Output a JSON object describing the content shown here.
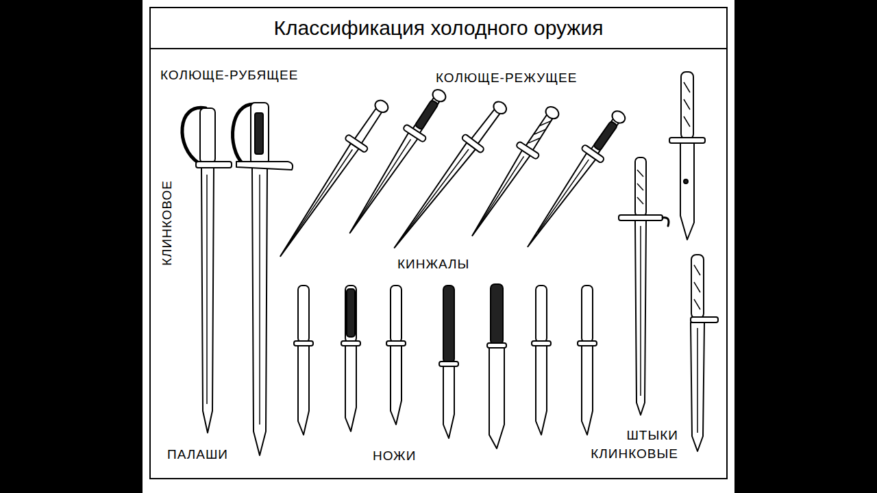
{
  "diagram": {
    "title": "Классификация холодного оружия",
    "labels": [
      "КОЛЮЩЕ-РУБЯЩЕЕ",
      "КОЛЮЩЕ-РЕЖУЩЕЕ",
      "КЛИНКОВОЕ",
      "КИНЖАЛЫ",
      "ПАЛАШИ",
      "НОЖИ",
      "ШТЫКИ КЛИНКОВЫЕ"
    ]
  }
}
